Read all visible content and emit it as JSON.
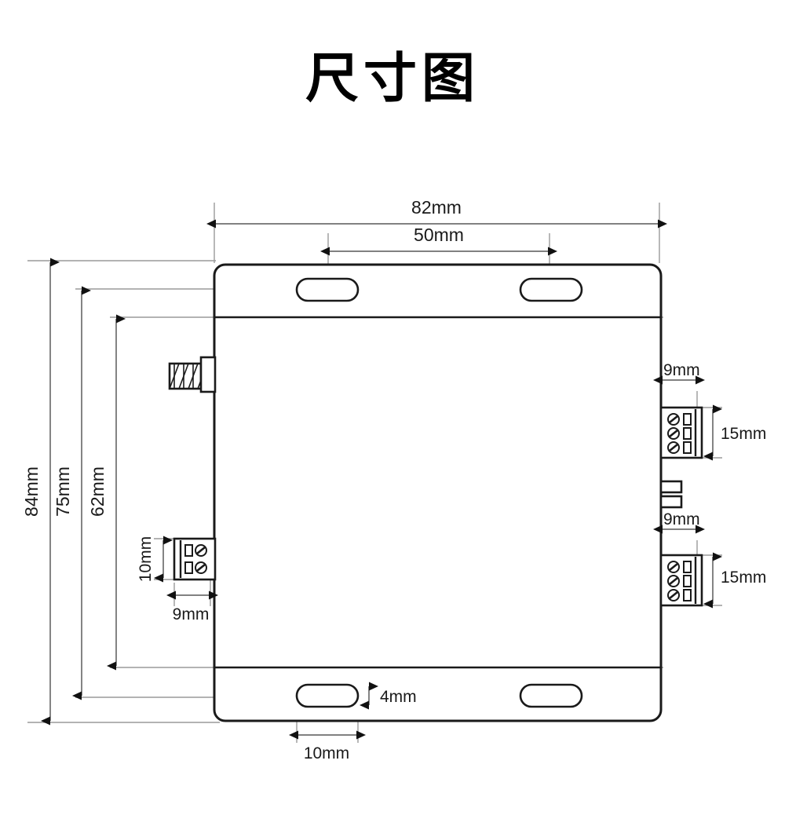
{
  "page": {
    "title": "尺寸图",
    "title_meaning": "Dimension Drawing",
    "background_color": "#ffffff",
    "line_color": "#1a1a1a",
    "extension_line_color": "#9a9a9a"
  },
  "drawing": {
    "type": "mechanical-dimension-drawing",
    "subject": "enclosure-front-view",
    "units": "mm"
  },
  "dimensions": {
    "overall_width": "82mm",
    "mounting_hole_spacing": "50mm",
    "overall_height": "84mm",
    "body_height": "75mm",
    "inner_height": "62mm",
    "left_connector_height": "10mm",
    "left_connector_width": "9mm",
    "right_connector_top_width": "9mm",
    "right_connector_top_height": "15mm",
    "right_connector_bottom_width": "9mm",
    "right_connector_bottom_height": "15mm",
    "slot_height": "4mm",
    "slot_width": "10mm"
  },
  "labels": {
    "width_82": "82mm",
    "spacing_50": "50mm",
    "height_84": "84mm",
    "height_75": "75mm",
    "height_62": "62mm",
    "left_conn_h_10": "10mm",
    "left_conn_w_9": "9mm",
    "right_top_w_9": "9mm",
    "right_top_h_15": "15mm",
    "right_bot_w_9": "9mm",
    "right_bot_h_15": "15mm",
    "slot_h_4": "4mm",
    "slot_w_10": "10mm"
  },
  "components": {
    "body": {
      "name": "enclosure-body",
      "corner_radius": 14
    },
    "mounting_slots": [
      {
        "name": "mounting-slot-top-left",
        "position": "top-left"
      },
      {
        "name": "mounting-slot-top-right",
        "position": "top-right"
      },
      {
        "name": "mounting-slot-bottom-left",
        "position": "bottom-left"
      },
      {
        "name": "mounting-slot-bottom-right",
        "position": "bottom-right"
      }
    ],
    "antenna_connector": {
      "name": "antenna-screw-connector",
      "position": "left-upper",
      "style": "threaded"
    },
    "terminal_blocks": [
      {
        "name": "terminal-block-left",
        "pins": 2,
        "position": "left-lower"
      },
      {
        "name": "terminal-block-right-top",
        "pins": 3,
        "position": "right-upper"
      },
      {
        "name": "terminal-block-right-bottom",
        "pins": 3,
        "position": "right-lower"
      }
    ],
    "side_tabs": [
      {
        "name": "side-tab-upper",
        "position": "right-middle"
      },
      {
        "name": "side-tab-lower",
        "position": "right-middle"
      }
    ]
  }
}
